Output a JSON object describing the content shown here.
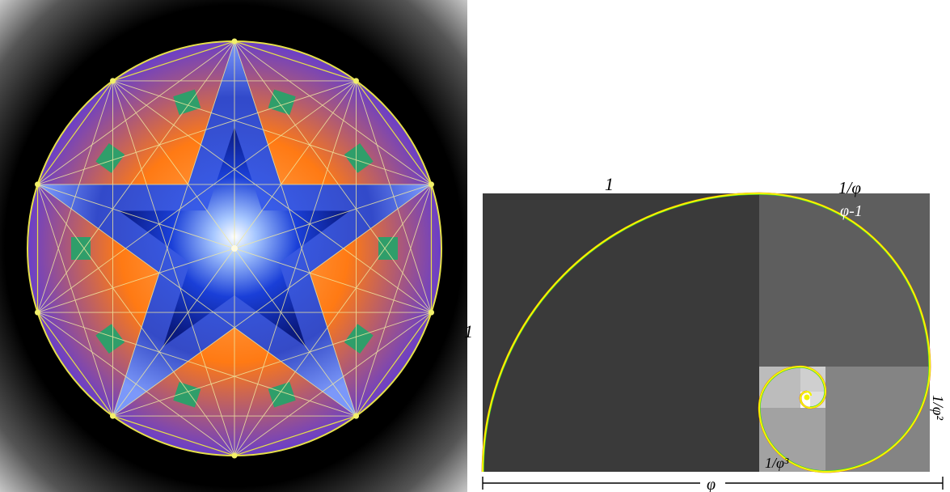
{
  "left_panel": {
    "image": "star-decagon-sacred-geometry"
  },
  "right_panel": {
    "image": "golden-rectangle-fibonacci-spiral",
    "labels": {
      "top_left": "1",
      "top_right": "1/φ",
      "top_right_sub": "φ-1",
      "left_side": "1",
      "right_side": "1/φ²",
      "small_square": "1/φ³",
      "bottom": "φ"
    }
  },
  "colors": {
    "big_square": "#3a3a3a",
    "medium_square": "#5e5e5e",
    "small_square": "#848484",
    "tiny_square_a": "#a2a2a2",
    "tiny_square_b": "#bcbcbc",
    "spiral_yellow": "#f2f200",
    "spiral_red": "#e02010",
    "spiral_green": "#30d030",
    "star_blue": "#1a3fd8",
    "orange": "#ff7a14",
    "purple": "#7a4bd0",
    "green_tile": "#2f9e6a",
    "circle_line": "#e6e04a"
  }
}
